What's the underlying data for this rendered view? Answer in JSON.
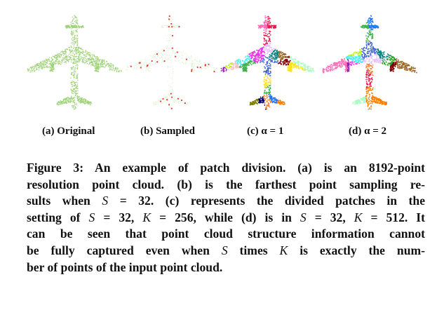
{
  "panels": [
    {
      "label": "(a) Original",
      "style": "dense",
      "colors": [
        "#9fd27a"
      ]
    },
    {
      "label": "(b) Sampled",
      "style": "sampled",
      "colors": [
        "#cfe9bd",
        "#e23a2f"
      ]
    },
    {
      "label": "(c) α = 1",
      "style": "patches",
      "colors": [
        "#e6194b",
        "#3cb44b",
        "#ffe119",
        "#4363d8",
        "#f58231",
        "#911eb4",
        "#46f0f0",
        "#f032e6",
        "#bcf60c",
        "#fabebe",
        "#008080",
        "#e6beff",
        "#9a6324",
        "#800000",
        "#aaffc3",
        "#808000",
        "#000075",
        "#ff7f00",
        "#1f77ff",
        "#ff69b4"
      ]
    },
    {
      "label": "(d) α = 2",
      "style": "patches",
      "colors": [
        "#e6194b",
        "#3cb44b",
        "#4363d8",
        "#f58231",
        "#911eb4",
        "#46f0f0",
        "#f032e6",
        "#bcf60c",
        "#008080",
        "#e6beff",
        "#9a6324",
        "#800000",
        "#aaffc3",
        "#ff7f00",
        "#1f77ff",
        "#ff69b4",
        "#2ca02c",
        "#d62728"
      ]
    }
  ],
  "caption": {
    "line1": "Figure 3: An example of patch division. (a) is an 8192-point",
    "line2": "resolution point cloud. (b) is the farthest point sampling re-",
    "line3a": "sults when ",
    "line3b": "S",
    "line3c": " = 32. (c) represents the divided patches in the",
    "line4a": "setting of ",
    "line4b": "S",
    "line4c": " = 32, ",
    "line4d": "K",
    "line4e": " = 256, while (d) is in ",
    "line4f": "S",
    "line4g": " = 32, ",
    "line4h": "K",
    "line4i": " = 512. It",
    "line5": "can be seen that point cloud structure information cannot",
    "line6a": "be fully captured even when ",
    "line6b": "S",
    "line6c": " times ",
    "line6d": "K",
    "line6e": " is exactly the num-",
    "line7": "ber of points of the input point cloud."
  }
}
